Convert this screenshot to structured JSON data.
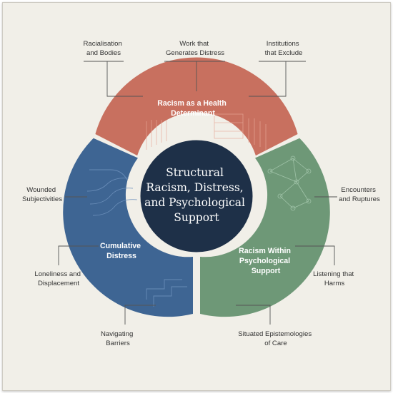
{
  "center": {
    "title_lines": [
      "Structural",
      "Racism, Distress,",
      "and Psychological",
      "Support"
    ]
  },
  "segments": [
    {
      "id": "health",
      "title_lines": [
        "Racism as a Health",
        "Determinant"
      ],
      "color": "#c8705f"
    },
    {
      "id": "distress",
      "title_lines": [
        "Cumulative",
        "Distress"
      ],
      "color": "#3e6593"
    },
    {
      "id": "support",
      "title_lines": [
        "Racism Within",
        "Psychological",
        "Support"
      ],
      "color": "#6e9877"
    }
  ],
  "center_color": "#1e3048",
  "labels": {
    "racialisation": [
      "Racialisation",
      "and Bodies"
    ],
    "work": [
      "Work that",
      "Generates Distress"
    ],
    "institutions": [
      "Institutions",
      "that Exclude"
    ],
    "wounded": [
      "Wounded",
      "Subjectivities"
    ],
    "encounters": [
      "Encounters",
      "and Ruptures"
    ],
    "loneliness": [
      "Loneliness and",
      "Displacement"
    ],
    "listening": [
      "Listening that",
      "Harms"
    ],
    "navigating": [
      "Navigating",
      "Barriers"
    ],
    "situated": [
      "Situated Epistemologies",
      "of Care"
    ]
  }
}
